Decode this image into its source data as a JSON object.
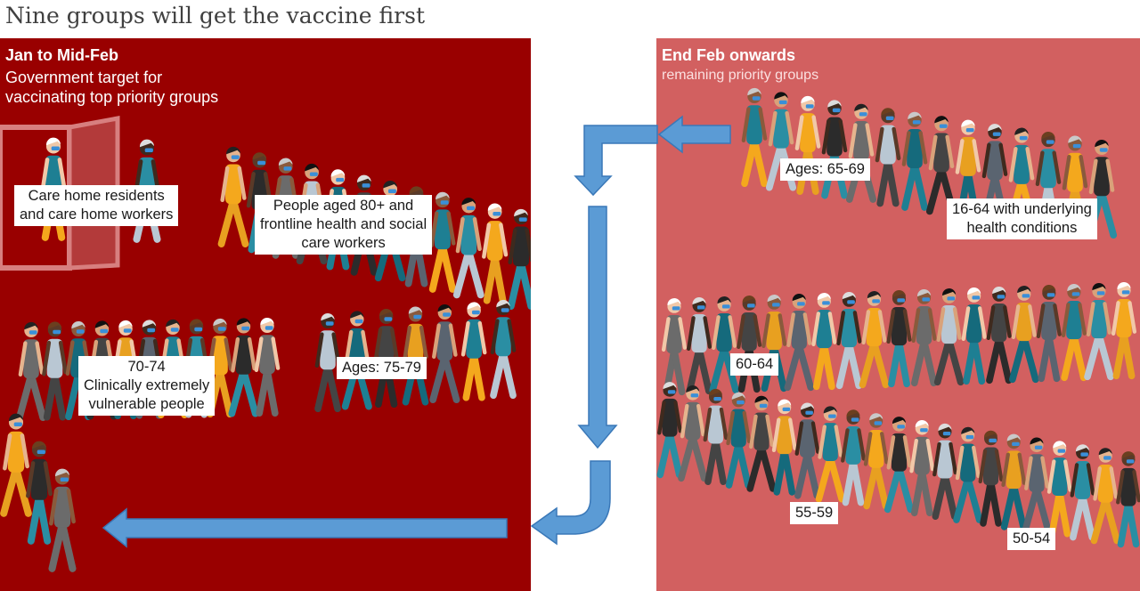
{
  "title": "Nine groups will get the vaccine first",
  "left_panel": {
    "heading": "Jan to Mid-Feb",
    "subtitle_line1": "Government target for",
    "subtitle_line2": "vaccinating top priority groups"
  },
  "right_panel": {
    "heading": "End Feb onwards",
    "subtitle": "remaining priority groups"
  },
  "groups": {
    "care_home": [
      "Care home residents",
      "and care home workers"
    ],
    "over_80": [
      "People aged 80+ and",
      "frontline health and social",
      "care workers"
    ],
    "age_75_79": "Ages: 75-79",
    "age_70_74": [
      "70-74",
      "Clinically extremely",
      "vulnerable people"
    ],
    "age_65_69": "Ages: 65-69",
    "underlying": [
      "16-64 with underlying",
      "health conditions"
    ],
    "age_60_64": "60-64",
    "age_55_59": "55-59",
    "age_50_54": "50-54"
  },
  "colors": {
    "left_panel": "#990000",
    "right_panel": "#d26060",
    "arrow": "#5b9bd5",
    "arrow_outline": "#3a78b8",
    "label_bg": "#ffffff"
  }
}
